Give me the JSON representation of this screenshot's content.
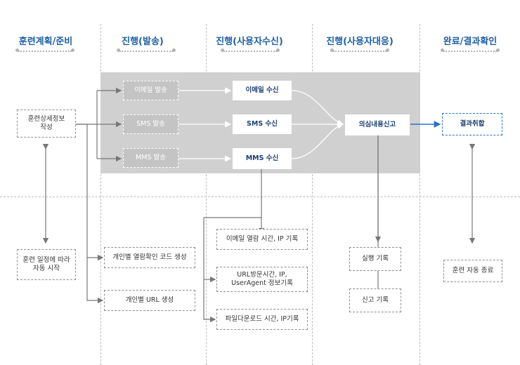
{
  "columns": [
    {
      "title": "훈련계획/준비"
    },
    {
      "title": "진행(발송)"
    },
    {
      "title": "진행(사용자수신)"
    },
    {
      "title": "진행(사용자대응)"
    },
    {
      "title": "완료/결과확인"
    }
  ],
  "nodes": {
    "plan_detail": "훈련상세정보\n작성",
    "plan_schedule": "훈련 일정에 따라\n자동 시작",
    "send_email": "이메일 발송",
    "send_sms": "SMS 발송",
    "send_mms": "MMS 발송",
    "code_gen": "개인별 열람확인 코드 생성",
    "url_gen": "개인별 URL 생성",
    "recv_email": "이메일 수신",
    "recv_sms": "SMS 수신",
    "recv_mms": "MMS 수신",
    "log_open": "이메일 열람 시간, IP 기록",
    "log_url": "URL방문시간, IP,\nUserAgent 정보기록",
    "log_file": "파일다운로드 시간, IP기록",
    "report": "의심내용신고",
    "exec_log": "실행 기록",
    "report_log": "신고 기록",
    "result": "결과취합",
    "auto_end": "훈련 자동 종료"
  },
  "colors": {
    "header": "#1e5fa8",
    "band": "#d0d0d0",
    "connector": "#777777",
    "result_link": "#2a72c9"
  }
}
